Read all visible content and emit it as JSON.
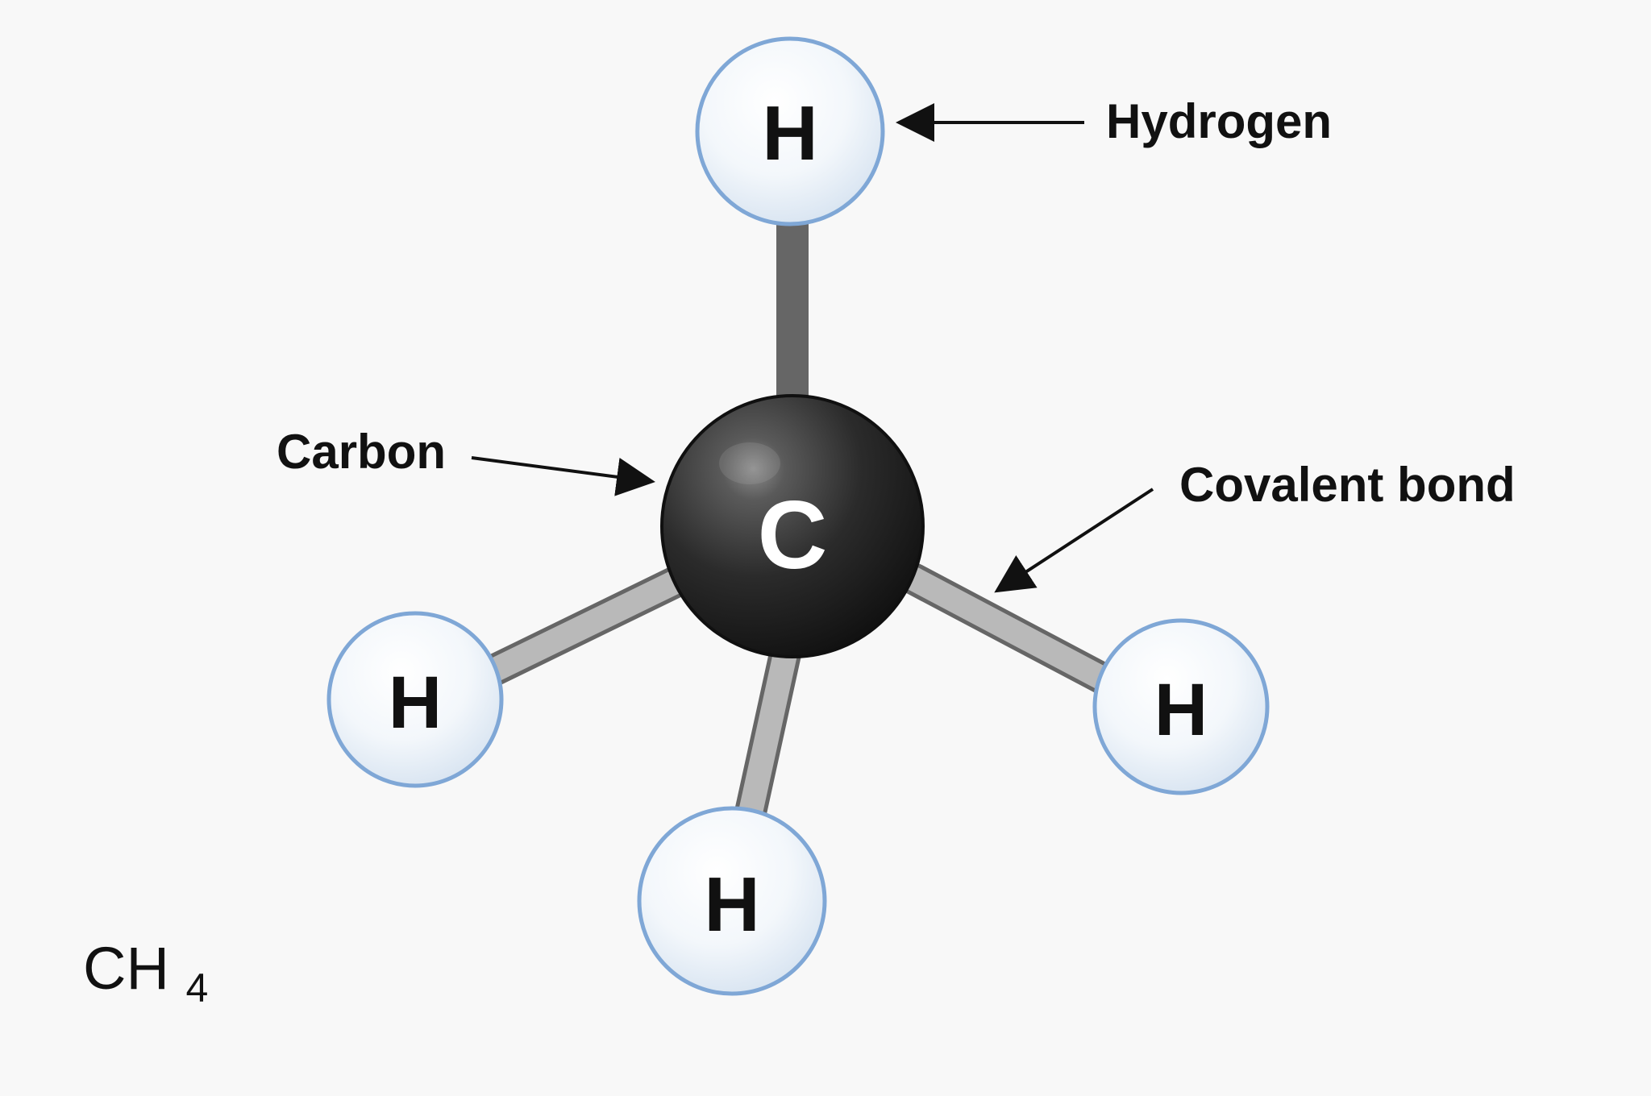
{
  "atoms": {
    "carbon_symbol": "C",
    "hydrogen_symbol": "H"
  },
  "labels": {
    "hydrogen": "Hydrogen",
    "carbon": "Carbon",
    "covalent_bond": "Covalent bond"
  },
  "formula": {
    "base": "CH",
    "subscript": "4"
  },
  "colors": {
    "background": "#f8f8f8",
    "carbon": "#2f2f2f",
    "hydrogen_fill": "#ffffff",
    "hydrogen_outline": "#7fa7d6",
    "bond": "#8a8a8a",
    "text": "#111111"
  }
}
